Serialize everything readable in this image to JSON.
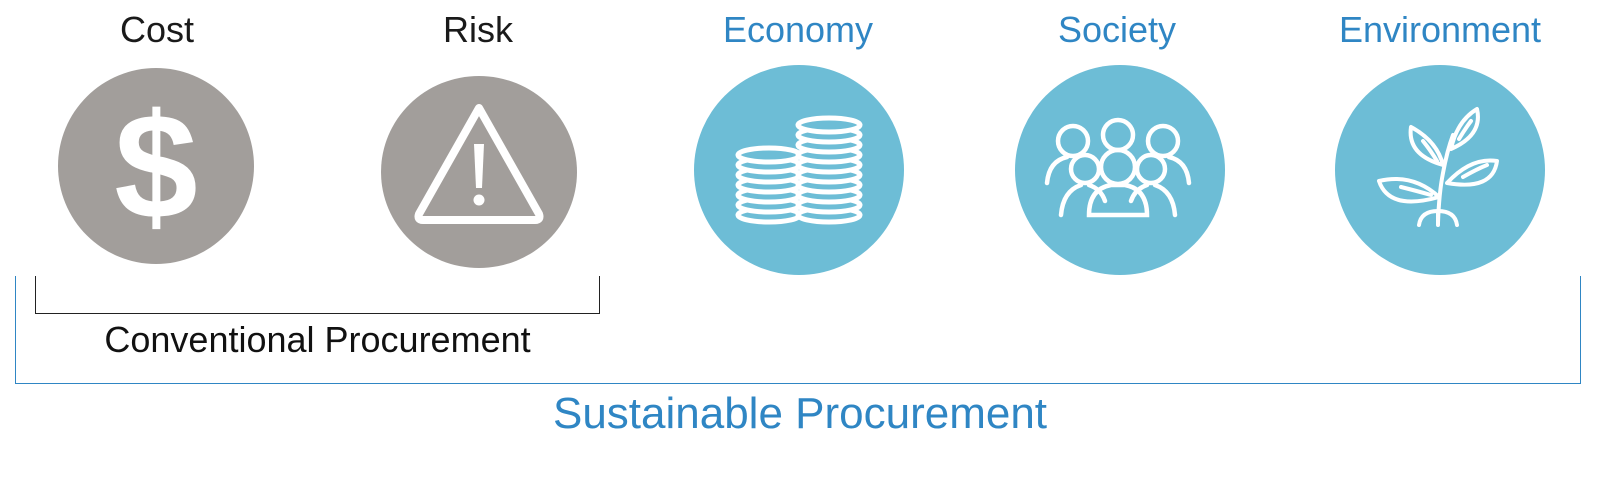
{
  "pillars": [
    {
      "label": "Cost",
      "icon": "dollar-icon"
    },
    {
      "label": "Risk",
      "icon": "warning-icon"
    },
    {
      "label": "Economy",
      "icon": "coins-icon"
    },
    {
      "label": "Society",
      "icon": "people-icon"
    },
    {
      "label": "Environment",
      "icon": "plant-icon"
    }
  ],
  "brackets": {
    "conventional": "Conventional Procurement",
    "sustainable": "Sustainable Procurement"
  },
  "colors": {
    "gray_circle": "#a29e9b",
    "blue_circle": "#6dbdd6",
    "blue_text": "#2f86c4",
    "dark_text": "#1a1a1a"
  }
}
